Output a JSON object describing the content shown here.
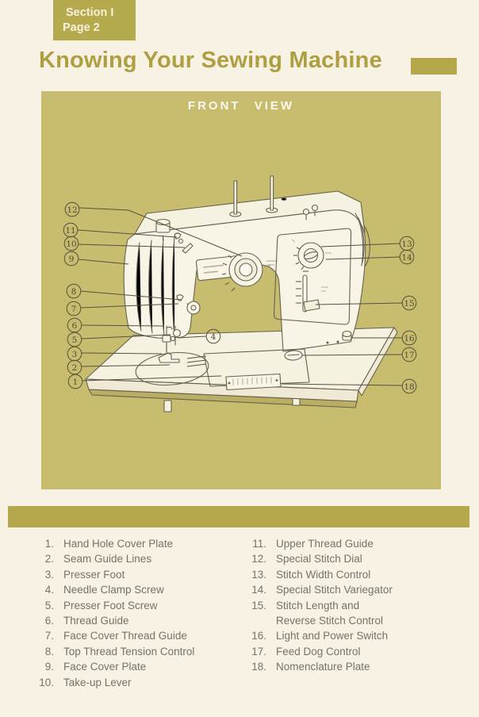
{
  "header": {
    "section_label": "Section I",
    "page_label": "Page 2",
    "title": "Knowing Your Sewing Machine"
  },
  "diagram": {
    "heading": "FRONT VIEW",
    "callouts": {
      "n1": "1",
      "n2": "2",
      "n3": "3",
      "n4": "4",
      "n5": "5",
      "n6": "6",
      "n7": "7",
      "n8": "8",
      "n9": "9",
      "n10": "10",
      "n11": "11",
      "n12": "12",
      "n13": "13",
      "n14": "14",
      "n15": "15",
      "n16": "16",
      "n17": "17",
      "n18": "18"
    }
  },
  "parts_list": {
    "left": [
      {
        "num": "1.",
        "label": "Hand Hole Cover Plate"
      },
      {
        "num": "2.",
        "label": "Seam Guide Lines"
      },
      {
        "num": "3.",
        "label": "Presser Foot"
      },
      {
        "num": "4.",
        "label": "Needle Clamp Screw"
      },
      {
        "num": "5.",
        "label": "Presser Foot Screw"
      },
      {
        "num": "6.",
        "label": "Thread Guide"
      },
      {
        "num": "7.",
        "label": "Face Cover Thread Guide"
      },
      {
        "num": "8.",
        "label": "Top Thread Tension Control"
      },
      {
        "num": "9.",
        "label": "Face Cover Plate"
      },
      {
        "num": "10.",
        "label": "Take-up Lever"
      }
    ],
    "right": [
      {
        "num": "11.",
        "label": "Upper Thread Guide"
      },
      {
        "num": "12.",
        "label": "Special Stitch Dial"
      },
      {
        "num": "13.",
        "label": "Stitch Width Control"
      },
      {
        "num": "14.",
        "label": "Special Stitch Variegator"
      },
      {
        "num": "15.",
        "label": "Stitch Length and",
        "label2": "Reverse Stitch Control"
      },
      {
        "num": "16.",
        "label": "Light and Power Switch"
      },
      {
        "num": "17.",
        "label": "Feed Dog Control"
      },
      {
        "num": "18.",
        "label": "Nomenclature Plate"
      }
    ]
  },
  "colors": {
    "page_background": "#f7f2e3",
    "panel_olive": "#c8bc6e",
    "accent_olive": "#b4a74c",
    "title_olive": "#ae9f40",
    "list_text": "#74736b",
    "panel_heading_text": "#fcf9ee"
  }
}
